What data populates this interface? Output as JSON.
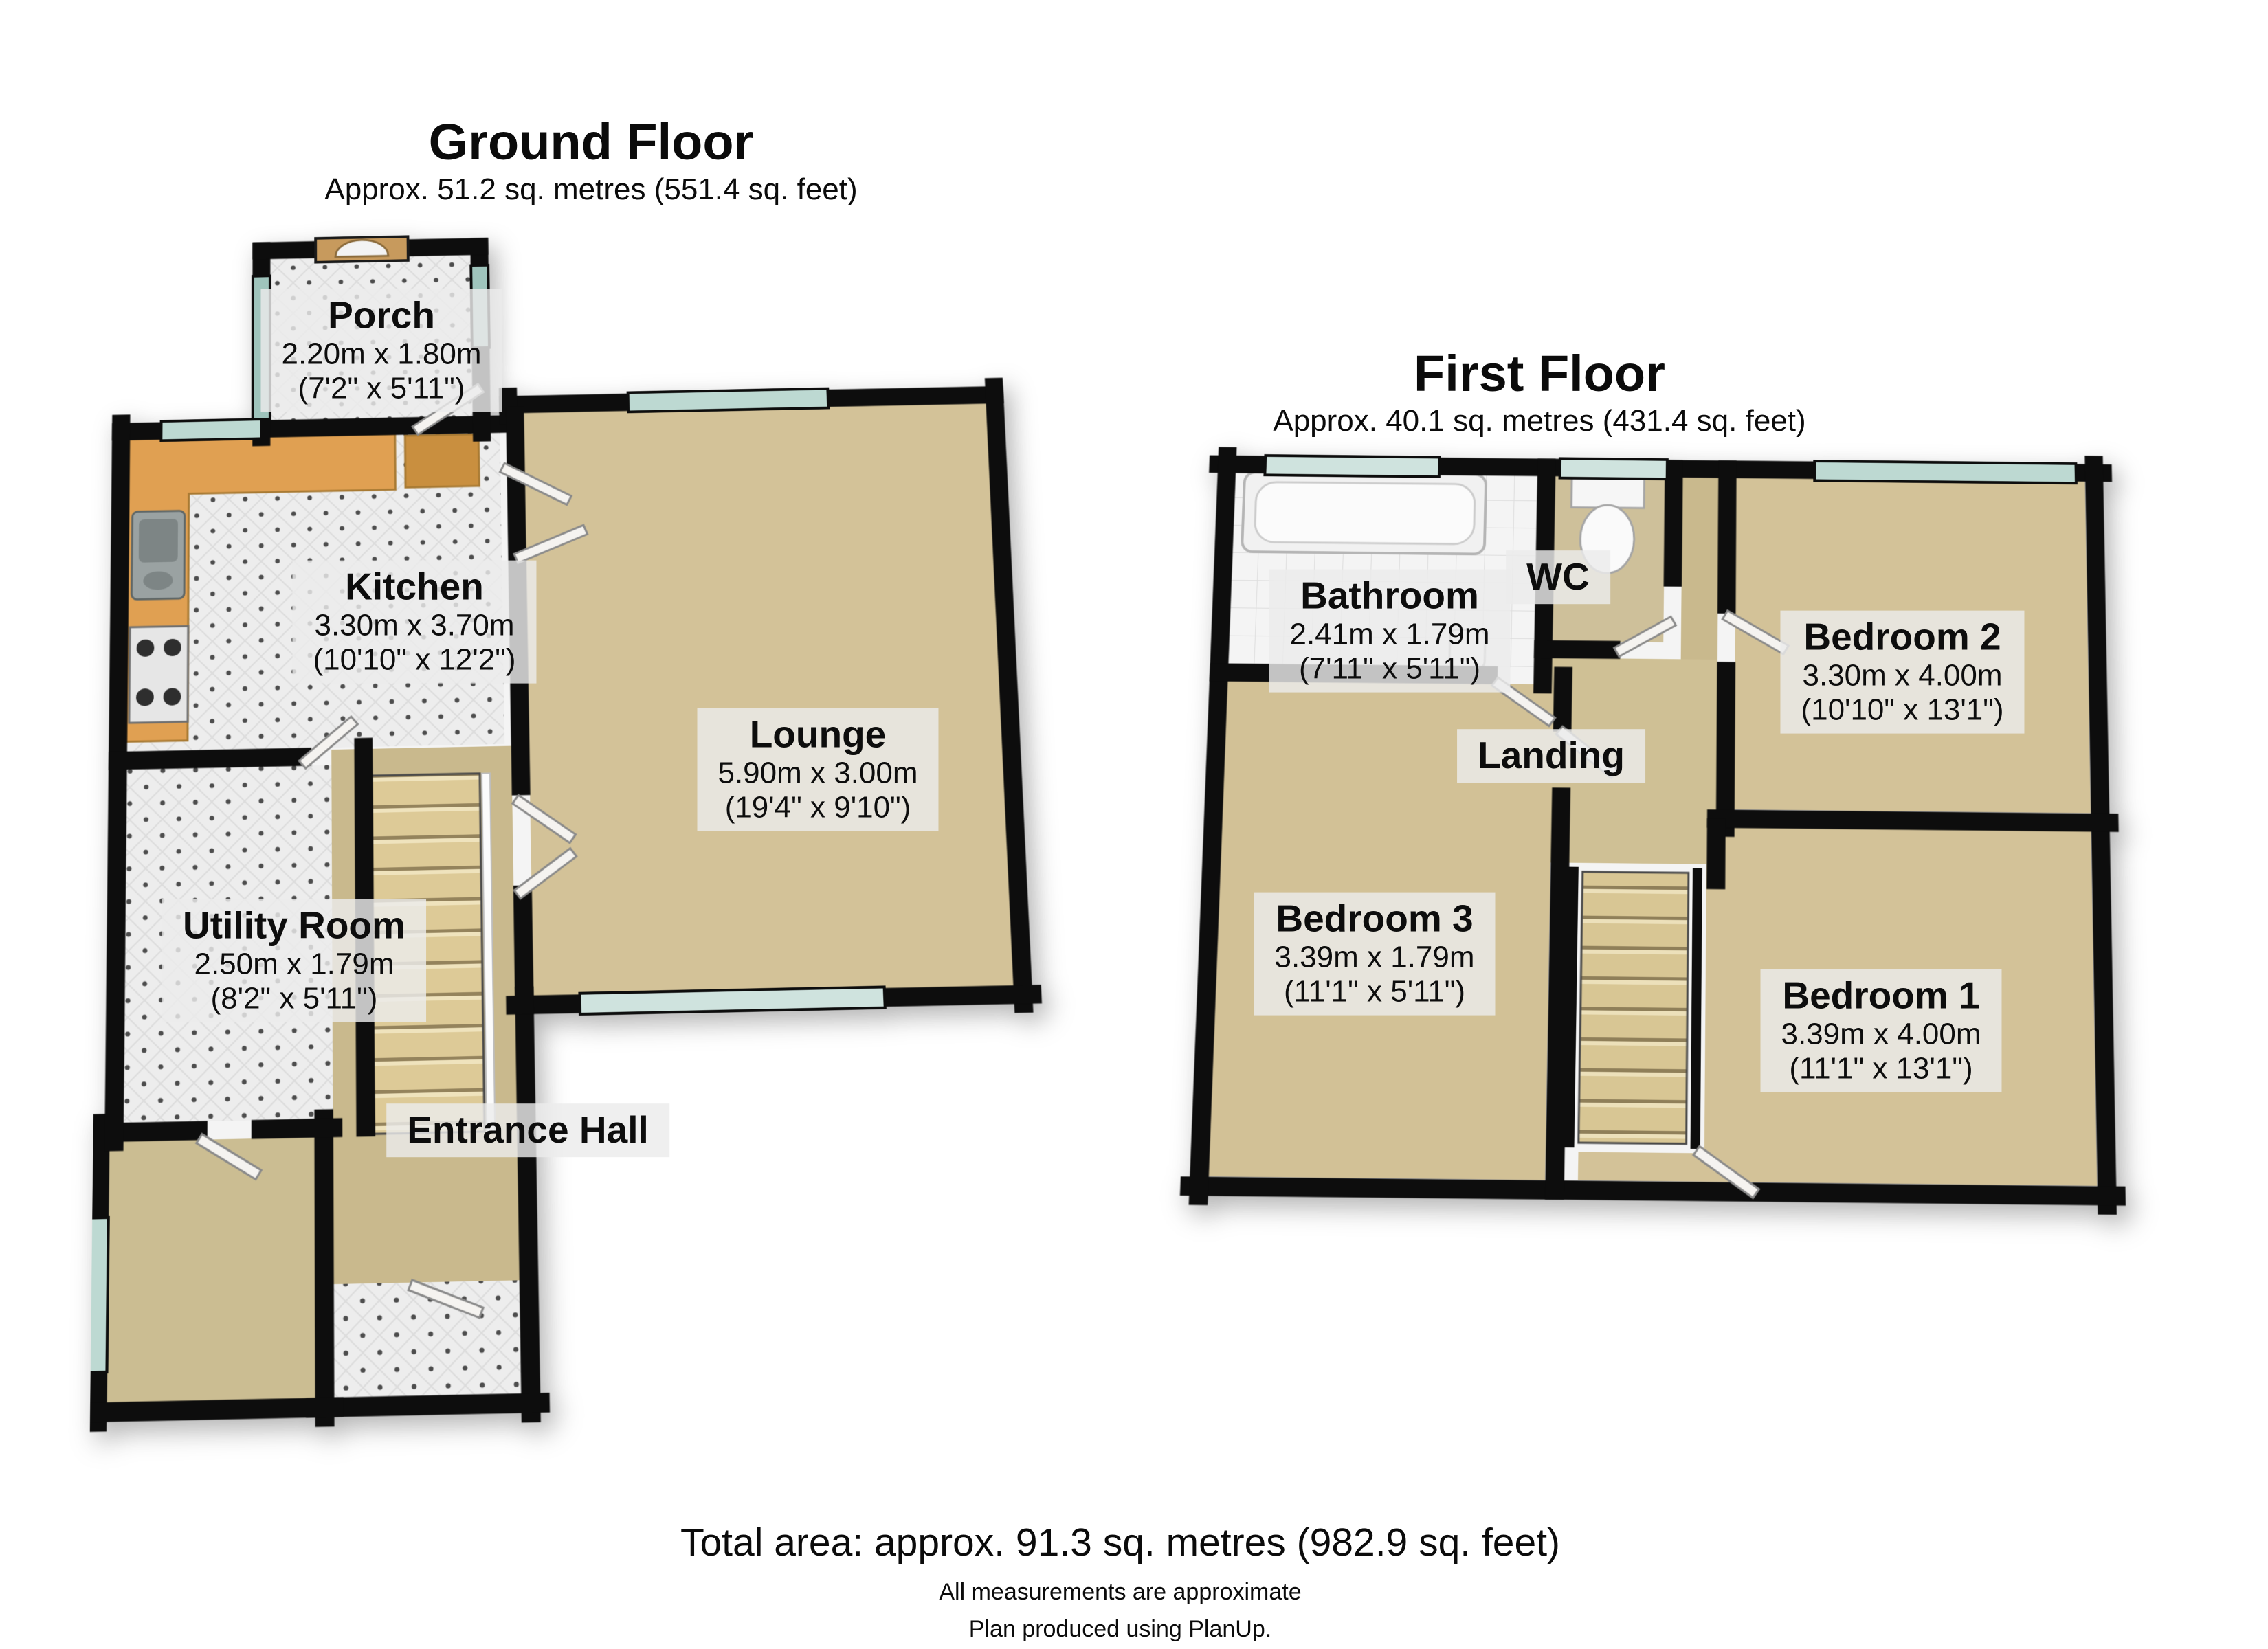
{
  "ground_floor": {
    "title": "Ground Floor",
    "area": "Approx. 51.2 sq. metres (551.4 sq. feet)",
    "rooms": {
      "porch": {
        "name": "Porch",
        "metric": "2.20m x 1.80m",
        "imperial": "(7'2\" x 5'11\")"
      },
      "kitchen": {
        "name": "Kitchen",
        "metric": "3.30m x 3.70m",
        "imperial": "(10'10\" x 12'2\")"
      },
      "lounge": {
        "name": "Lounge",
        "metric": "5.90m x 3.00m",
        "imperial": "(19'4\" x 9'10\")"
      },
      "utility": {
        "name": "Utility Room",
        "metric": "2.50m x 1.79m",
        "imperial": "(8'2\" x 5'11\")"
      },
      "entrance": {
        "name": "Entrance Hall"
      }
    }
  },
  "first_floor": {
    "title": "First Floor",
    "area": "Approx. 40.1 sq. metres (431.4 sq. feet)",
    "rooms": {
      "bathroom": {
        "name": "Bathroom",
        "metric": "2.41m x 1.79m",
        "imperial": "(7'11\" x 5'11\")"
      },
      "wc": {
        "name": "WC"
      },
      "bedroom2": {
        "name": "Bedroom 2",
        "metric": "3.30m x 4.00m",
        "imperial": "(10'10\" x 13'1\")"
      },
      "landing": {
        "name": "Landing"
      },
      "bedroom3": {
        "name": "Bedroom 3",
        "metric": "3.39m x 1.79m",
        "imperial": "(11'1\" x 5'11\")"
      },
      "bedroom1": {
        "name": "Bedroom 1",
        "metric": "3.39m x 4.00m",
        "imperial": "(11'1\" x 13'1\")"
      }
    }
  },
  "footer": {
    "total_area": "Total area: approx. 91.3 sq. metres (982.9 sq. feet)",
    "note": "All measurements are approximate",
    "credit": "Plan produced using PlanUp."
  },
  "colors": {
    "wall": "#0d0d0d",
    "wall_face": "#f4f4f4",
    "carpet": "#d3c298",
    "tile_floor": "#ededed",
    "window_glass": "#bdd9d2",
    "kitchen_counter": "#e0a052",
    "stairs": "#ddca97",
    "label_background": "rgba(235,235,235,0.82)"
  }
}
